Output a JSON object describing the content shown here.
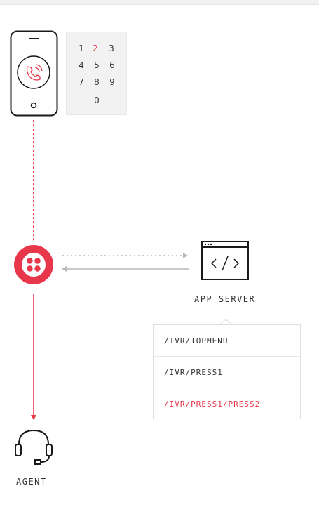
{
  "colors": {
    "brand_red": "#e8364a",
    "ink": "#1a1a1a",
    "muted_gray": "#b9b9b9"
  },
  "keypad": {
    "keys": [
      {
        "label": "1",
        "active": false
      },
      {
        "label": "2",
        "active": true
      },
      {
        "label": "3",
        "active": false
      },
      {
        "label": "4",
        "active": false
      },
      {
        "label": "5",
        "active": false
      },
      {
        "label": "6",
        "active": false
      },
      {
        "label": "7",
        "active": false
      },
      {
        "label": "8",
        "active": false
      },
      {
        "label": "9",
        "active": false
      },
      {
        "label": "0",
        "active": false
      }
    ]
  },
  "app_server": {
    "label": "APP SERVER",
    "icon": "code-window-icon"
  },
  "agent": {
    "label": "AGENT",
    "icon": "headset-icon"
  },
  "routes": [
    {
      "path": "/IVR/TOPMENU",
      "active": false
    },
    {
      "path": "/IVR/PRESS1",
      "active": false
    },
    {
      "path": "/IVR/PRESS1/PRESS2",
      "active": true
    }
  ],
  "icons": {
    "phone": "mobile-phone-icon",
    "call": "phone-call-icon",
    "hub": "twilio-logo-icon"
  }
}
